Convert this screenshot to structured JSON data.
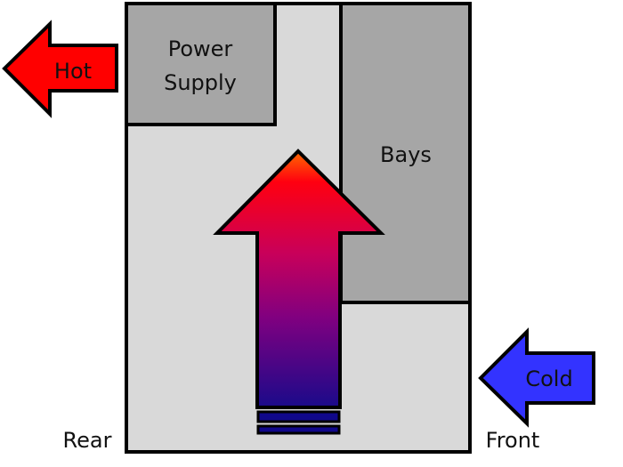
{
  "title": "PC case airflow diagram",
  "labels": {
    "power_supply_line1": "Power",
    "power_supply_line2": "Supply",
    "bays": "Bays",
    "hot": "Hot",
    "cold": "Cold",
    "rear": "Rear",
    "front": "Front"
  },
  "colors": {
    "hot_arrow": "#ff0000",
    "cold_arrow": "#3333ff",
    "case_fill": "#d9d9d9",
    "component_fill": "#a6a6a6",
    "airflow_top": "#ff6a00",
    "airflow_mid": "#c8005a",
    "airflow_bottom": "#1a0a8a"
  }
}
